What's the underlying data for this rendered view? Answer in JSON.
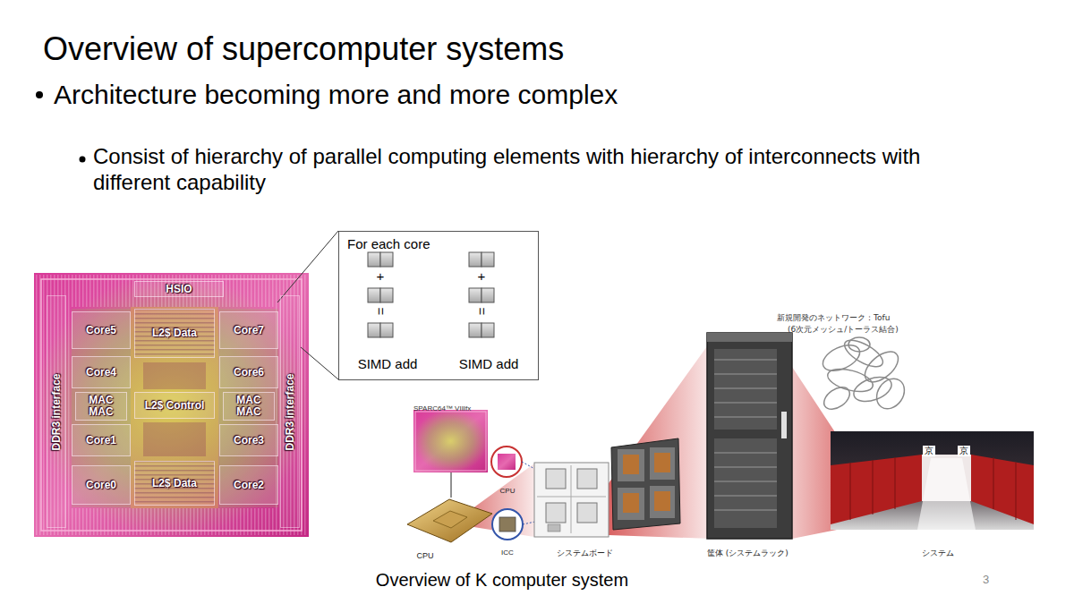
{
  "diagram": {
    "title": "Overview of supercomputer systems",
    "caption": "Overview of K computer system",
    "nodes": [
      {
        "text": [
          "HSIO"
        ]
      },
      {
        "text": [
          "DDR3 interface"
        ]
      },
      {
        "text": [
          "Core5"
        ]
      },
      {
        "text": [
          "L2$ Data"
        ]
      },
      {
        "text": [
          "Core7"
        ]
      },
      {
        "text": [
          "DDR3 interface"
        ]
      },
      {
        "text": [
          "Core4"
        ]
      },
      {
        "text": [
          "Core6"
        ]
      },
      {
        "text": [
          "MAC",
          "MAC"
        ]
      },
      {
        "text": [
          "L2$ Control"
        ]
      },
      {
        "text": [
          "MAC",
          "MAC"
        ]
      },
      {
        "text": [
          "Core1"
        ]
      },
      {
        "text": [
          "Core3"
        ]
      },
      {
        "text": [
          "Core0"
        ]
      },
      {
        "text": [
          "L2$ Data"
        ]
      },
      {
        "text": [
          "Core2"
        ]
      },
      {
        "text": [
          "For each core"
        ]
      }
    ],
    "labels": [
      "Architecture becoming more and more complex",
      "Consist of hierarchy of parallel computing elements with hierarchy of interconnects with different capability",
      "+",
      "+",
      "=",
      "=",
      "SIMD add",
      "SIMD add",
      "新規開発のネットワーク：Tofu",
      "(6次元メッシュ/トーラス結合)",
      "SPARC64™ VIIIfx",
      "CPU",
      "京",
      "京",
      "ICC",
      "CPU",
      "システムボード",
      "筐体 (システムラック)",
      "システム",
      "3"
    ]
  }
}
